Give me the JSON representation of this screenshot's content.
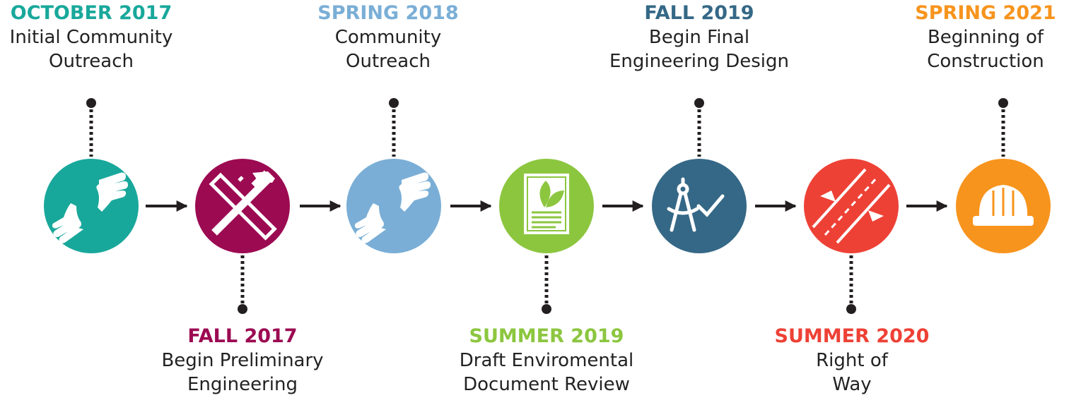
{
  "milestones": [
    {
      "date": "OCTOBER 2017",
      "line1": "Initial Community",
      "line2": "Outreach",
      "color": "#18a89b",
      "position": "top",
      "icon": "hands-reaching-icon"
    },
    {
      "date": "FALL 2017",
      "line1": "Begin Preliminary",
      "line2": "Engineering",
      "color": "#9c0a52",
      "position": "bottom",
      "icon": "ruler-hammer-icon"
    },
    {
      "date": "SPRING 2018",
      "line1": "Community",
      "line2": "Outreach",
      "color": "#7aaed6",
      "position": "top",
      "icon": "hands-reaching-icon"
    },
    {
      "date": "SUMMER 2019",
      "line1": "Draft Enviromental",
      "line2": "Document Review",
      "color": "#8cc63f",
      "position": "bottom",
      "icon": "leaf-document-icon"
    },
    {
      "date": "FALL 2019",
      "line1": "Begin Final",
      "line2": "Engineering Design",
      "color": "#356886",
      "position": "top",
      "icon": "compass-check-icon"
    },
    {
      "date": "SUMMER 2020",
      "line1": "Right of",
      "line2": "Way",
      "color": "#ee4136",
      "position": "bottom",
      "icon": "right-of-way-road-icon"
    },
    {
      "date": "SPRING 2021",
      "line1": "Beginning of",
      "line2": "Construction",
      "color": "#f7941d",
      "position": "top",
      "icon": "hard-hat-icon"
    }
  ],
  "connector_color": "#231f20"
}
